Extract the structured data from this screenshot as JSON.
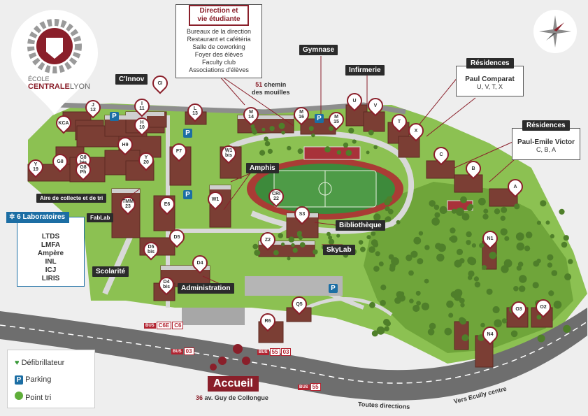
{
  "logo": {
    "line1": "ÉCOLE",
    "line2a": "CENTRALE",
    "line2b": "LYON"
  },
  "direction_box": {
    "title1": "Direction et",
    "title2": "vie étudiante",
    "items": [
      "Bureaux de la direction",
      "Restaurant et cafétéria",
      "Salle de coworking",
      "Foyer des élèves",
      "Faculty club",
      "Associations d'élèves"
    ]
  },
  "chemin": {
    "num": "51",
    "text1": "chemin",
    "text2": "des mouilles"
  },
  "labels": {
    "gymnase": "Gymnase",
    "infirmerie": "Infirmerie",
    "cinnov": "C'Innov",
    "amphis": "Amphis",
    "aire": "Aire de collecte et de tri",
    "fablab": "FabLab",
    "bibliotheque": "Bibliothèque",
    "skylab": "SkyLab",
    "scolarite": "Scolarité",
    "administration": "Administration"
  },
  "residences1": {
    "title": "Résidences",
    "name": "Paul Comparat",
    "blocks": "U, V, T, X"
  },
  "residences2": {
    "title": "Résidences",
    "name": "Paul-Emile Victor",
    "blocks": "C, B, A"
  },
  "labs": {
    "title": "6 Laboratoires",
    "items": [
      "LTDS",
      "LMFA",
      "Ampère",
      "INL",
      "ICJ",
      "LIRIS"
    ]
  },
  "legend": {
    "defib": "Défibrillateur",
    "parking": "Parking",
    "tri": "Point tri",
    "parking_letter": "P"
  },
  "accueil": {
    "title": "Accueil",
    "num": "36",
    "address": "av. Guy de Collongue"
  },
  "roads": {
    "toutes": "Toutes directions",
    "ecully": "Vers Ecully centre"
  },
  "bus": {
    "tag": "BUS",
    "a": [
      "C6E",
      "C6"
    ],
    "b": [
      "03"
    ],
    "c": [
      "55",
      "03"
    ],
    "d": [
      "55"
    ]
  },
  "pins": [
    {
      "t": "CI",
      "s": ""
    },
    {
      "t": "J",
      "s": "12"
    },
    {
      "t": "I",
      "s": "11"
    },
    {
      "t": "KCA",
      "s": ""
    },
    {
      "t": "H",
      "s": "10"
    },
    {
      "t": "H9",
      "s": ""
    },
    {
      "t": "G8",
      "s": ""
    },
    {
      "t": "G8",
      "s": "bis"
    },
    {
      "t": "G8",
      "s": "Ph"
    },
    {
      "t": "Y",
      "s": "20"
    },
    {
      "t": "Y",
      "s": "19"
    },
    {
      "t": "L",
      "s": "13"
    },
    {
      "t": "F7",
      "s": ""
    },
    {
      "t": "M",
      "s": "14"
    },
    {
      "t": "M",
      "s": "16"
    },
    {
      "t": "M",
      "s": "15"
    },
    {
      "t": "U",
      "s": ""
    },
    {
      "t": "V",
      "s": ""
    },
    {
      "t": "T",
      "s": ""
    },
    {
      "t": "X",
      "s": ""
    },
    {
      "t": "C",
      "s": ""
    },
    {
      "t": "B",
      "s": ""
    },
    {
      "t": "A",
      "s": ""
    },
    {
      "t": "W1",
      "s": "bis"
    },
    {
      "t": "W1",
      "s": ""
    },
    {
      "t": "CRI",
      "s": "22"
    },
    {
      "t": "TMM",
      "s": "23"
    },
    {
      "t": "E6",
      "s": ""
    },
    {
      "t": "S3",
      "s": ""
    },
    {
      "t": "Z2",
      "s": ""
    },
    {
      "t": "D5",
      "s": ""
    },
    {
      "t": "D5",
      "s": "bis"
    },
    {
      "t": "D4",
      "s": ""
    },
    {
      "t": "D4",
      "s": "bis"
    },
    {
      "t": "N1",
      "s": ""
    },
    {
      "t": "Q5",
      "s": ""
    },
    {
      "t": "R6",
      "s": ""
    },
    {
      "t": "O3",
      "s": ""
    },
    {
      "t": "O2",
      "s": ""
    },
    {
      "t": "N4",
      "s": ""
    }
  ],
  "colors": {
    "accent": "#8a1f2a",
    "dark": "#2b2b2b",
    "green": "#5fae3a",
    "pitch": "#3d8a3b",
    "blue": "#1c6ea4"
  }
}
